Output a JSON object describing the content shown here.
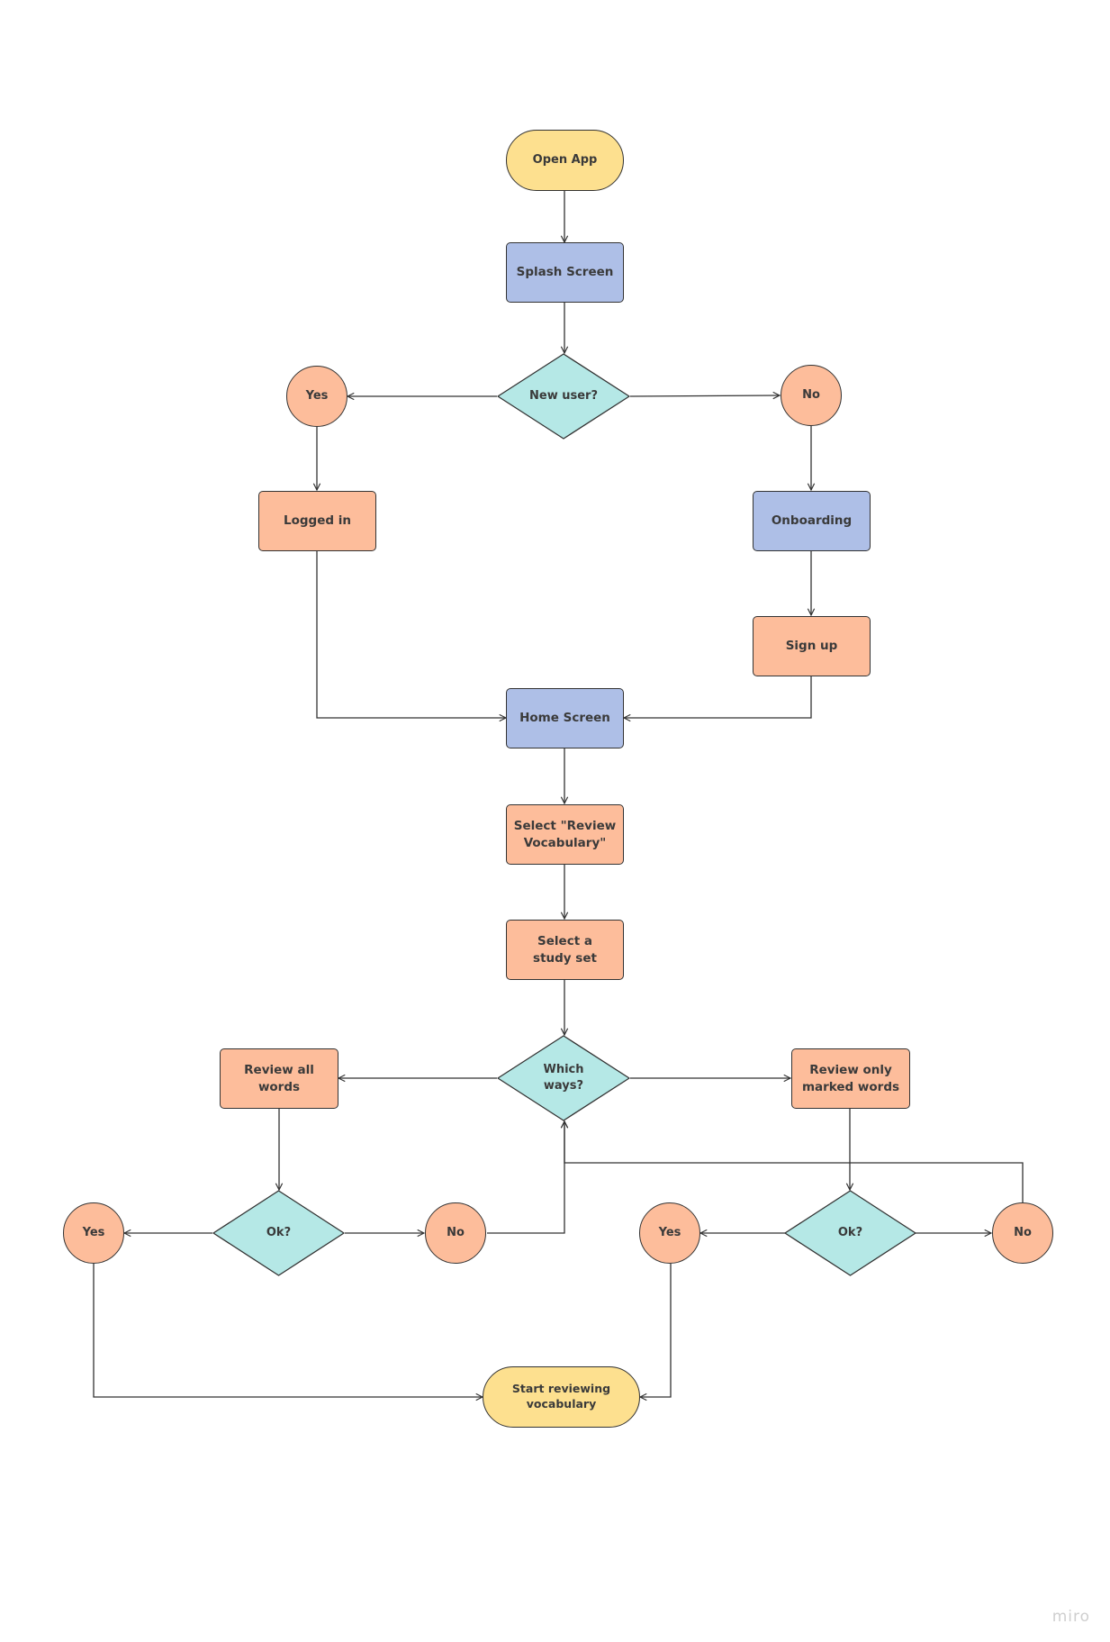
{
  "colors": {
    "terminal": "#fde08f",
    "process_blue": "#aebfe7",
    "process_orange": "#fdbd9b",
    "decision": "#b5e8e6",
    "outcome": "#fdbd9b",
    "line": "#333333"
  },
  "nodes": {
    "open_app": "Open App",
    "splash_screen": "Splash Screen",
    "new_user": "New user?",
    "yes_new_user": "Yes",
    "no_new_user": "No",
    "logged_in": "Logged in",
    "onboarding": "Onboarding",
    "sign_up": "Sign up",
    "home_screen": "Home Screen",
    "select_review": "Select \"Review Vocabulary\"",
    "select_study_set": "Select a study set",
    "which_ways": "Which ways?",
    "review_all": "Review all words",
    "review_marked": "Review only marked words",
    "ok_left": "Ok?",
    "yes_left": "Yes",
    "no_left": "No",
    "ok_right": "Ok?",
    "yes_right": "Yes",
    "no_right": "No",
    "start_reviewing": "Start reviewing vocabulary"
  },
  "watermark": "miro"
}
